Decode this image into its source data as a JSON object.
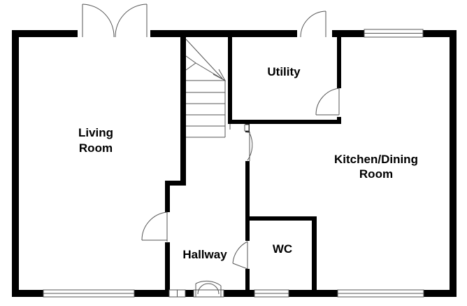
{
  "rooms": {
    "living_line1": "Living",
    "living_line2": "Room",
    "utility": "Utility",
    "kitchen_line1": "Kitchen/Dining",
    "kitchen_line2": "Room",
    "hallway": "Hallway",
    "wc": "WC"
  },
  "colors": {
    "wall": "#000000",
    "line": "#555555",
    "background": "#ffffff"
  }
}
